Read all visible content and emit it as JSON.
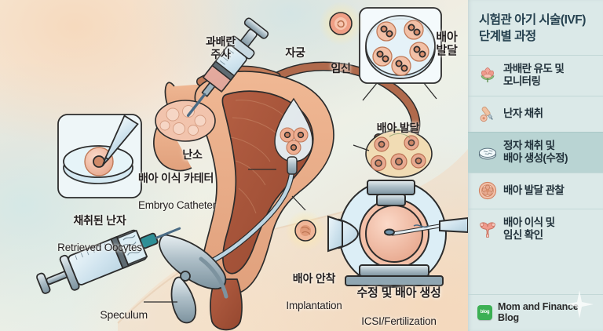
{
  "sidebar": {
    "title_line1": "시험관 아기 시술(IVF)",
    "title_line2": "단계별 과정",
    "items": [
      {
        "label": "과배란 유도 및\n모니터링",
        "icon": "flower-icon",
        "active": false
      },
      {
        "label": "난자 채취",
        "icon": "needle-icon",
        "active": false
      },
      {
        "label": "정자 채취 및\n배아 생성(수정)",
        "icon": "petri-dish-icon",
        "active": true
      },
      {
        "label": "배아 발달 관찰",
        "icon": "embryo-icon",
        "active": false
      },
      {
        "label": "배아 이식 및\n임신 확인",
        "icon": "uterus-icon",
        "active": false
      }
    ],
    "footer": {
      "badge_text": "blog",
      "label": "Mom and Finance Blog"
    }
  },
  "diagram": {
    "labels": [
      {
        "id": "ovulation-injection",
        "ko": "과배란\n주사",
        "en": ""
      },
      {
        "id": "uterus",
        "ko": "자궁",
        "en": ""
      },
      {
        "id": "pregnancy",
        "ko": "임신",
        "en": ""
      },
      {
        "id": "embryo-development-inset",
        "ko": "배아\n발달",
        "en": ""
      },
      {
        "id": "embryo-development-ovary",
        "ko": "배아 발달",
        "en": ""
      },
      {
        "id": "ovary",
        "ko": "난소",
        "en": ""
      },
      {
        "id": "retrieved-oocytes",
        "ko": "채취된 난자",
        "en": "Retrieved Oocytes"
      },
      {
        "id": "embryo-catheter",
        "ko": "배아 이식 카테터",
        "en": "Embryo Catheter"
      },
      {
        "id": "implantation",
        "ko": "배아 안착",
        "en": "Implantation"
      },
      {
        "id": "fertilization",
        "ko": "수정 및 배아 생성",
        "en": "ICSI/Fertilization"
      },
      {
        "id": "speculum",
        "ko": "",
        "en": "Speculum"
      }
    ]
  },
  "colors": {
    "sidebar_bg": "#dbe9e8",
    "sidebar_active_bg": "#b9d4d3",
    "title_text": "#25414f",
    "tissue_outer": "#e9aa84",
    "tissue_inner": "#a8553c",
    "instrument_blue": "#cfe3ec",
    "badge_green": "#3cb054"
  }
}
